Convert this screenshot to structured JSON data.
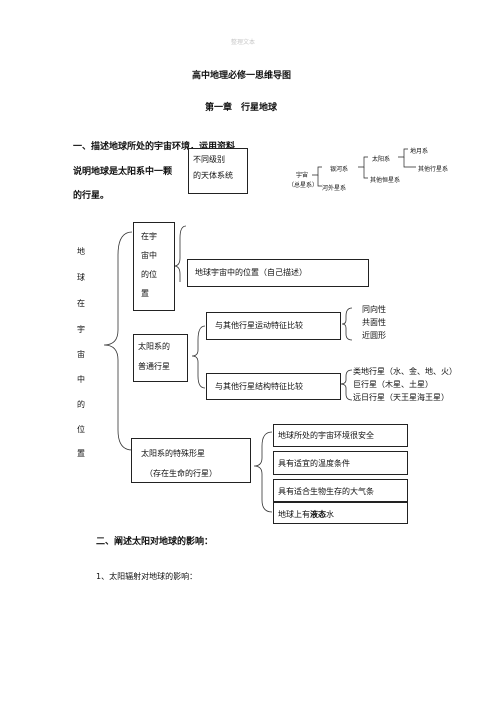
{
  "header": {
    "watermark": "整理文本"
  },
  "doc": {
    "title": "高中地理必修一思维导图",
    "chapter": "第一章　行星地球",
    "section1": {
      "heading": "一、描述地球所处的宇宙环境，运用资料",
      "line2": "说明地球是太阳系中一颗",
      "line3": "的行星。"
    },
    "box_levels": {
      "line1": "不同级别",
      "line2": "的天体系统"
    },
    "hierarchy": {
      "universe": "宇宙",
      "universe_sub": "（总星系）",
      "milky_way": "银河系",
      "extragalactic": "河外星系",
      "solar_system": "太阳系",
      "other_stars": "其他恒星系",
      "earth_moon": "地月系",
      "other_planets": "其他行星系"
    },
    "mindmap": {
      "vertical_label": [
        "地",
        "球",
        "在",
        "宇",
        "宙",
        "中",
        "的",
        "位",
        "置"
      ],
      "node1_lines": [
        "在宇",
        "宙中",
        "的位",
        "置"
      ],
      "node1_desc": "地球宇宙中的位置（自己描述）",
      "node2_lines": [
        "太阳系的",
        "普通行星"
      ],
      "motion_compare": "与其他行星运动特征比较",
      "motion_traits": [
        "同向性",
        "共面性",
        "近圆形"
      ],
      "structure_compare": "与其他行星结构特征比较",
      "structure_traits": [
        "类地行星（水、金、地、火）",
        "巨行星（木星、土星）",
        "远日行星（天王星海王星）"
      ],
      "node3_line1": "太阳系的特殊形星",
      "node3_line2": "（存在生命的行星）",
      "conditions": [
        "地球所处的宇宙环境很安全",
        "具有适宜的温度条件",
        "具有适合生物生存的大气条",
        "地球上有液态水"
      ],
      "liquid_prefix": "地球上有",
      "liquid_emph": "液态",
      "liquid_suffix": "水"
    },
    "section2": {
      "heading": "二、阐述太阳对地球的影响：",
      "item1": "1、太阳辐射对地球的影响："
    }
  }
}
